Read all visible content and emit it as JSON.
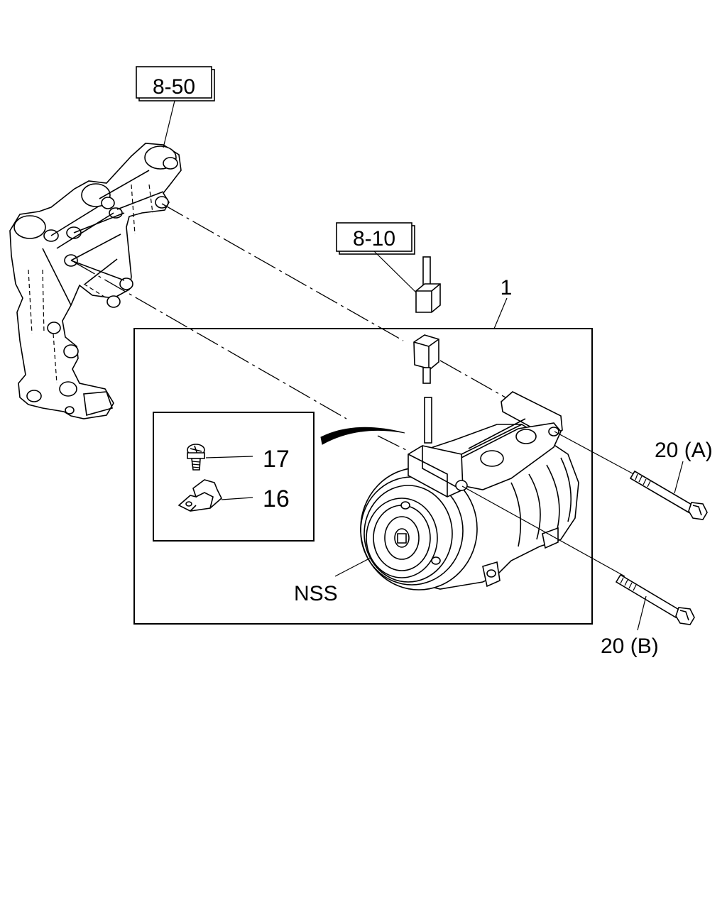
{
  "diagram": {
    "callouts": {
      "ref_bracket": "8-50",
      "ref_connector": "8-10",
      "compressor_assembly": "1",
      "screw": "17",
      "clip": "16",
      "nss": "NSS",
      "bolt_a": "20 (A)",
      "bolt_b": "20 (B)"
    }
  }
}
